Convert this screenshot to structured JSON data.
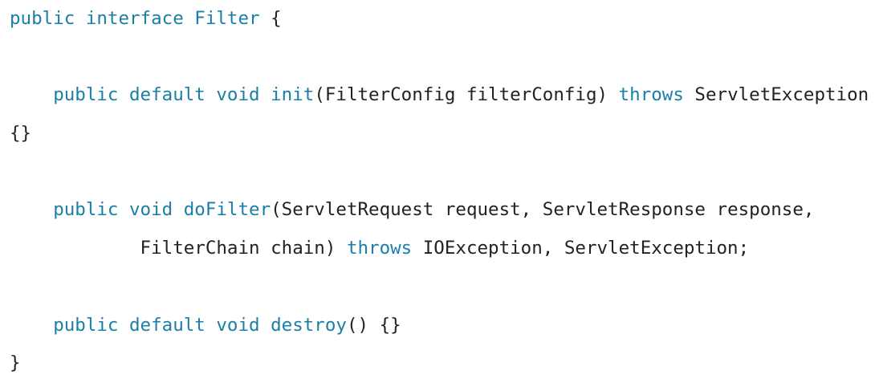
{
  "code": {
    "lines": [
      [
        {
          "t": "public",
          "k": "kw"
        },
        {
          "t": " ",
          "k": "plain"
        },
        {
          "t": "interface",
          "k": "kw"
        },
        {
          "t": " ",
          "k": "plain"
        },
        {
          "t": "Filter",
          "k": "kw"
        },
        {
          "t": " {",
          "k": "plain"
        }
      ],
      [],
      [
        {
          "t": "    ",
          "k": "plain"
        },
        {
          "t": "public",
          "k": "kw"
        },
        {
          "t": " ",
          "k": "plain"
        },
        {
          "t": "default",
          "k": "kw"
        },
        {
          "t": " ",
          "k": "plain"
        },
        {
          "t": "void",
          "k": "kw"
        },
        {
          "t": " ",
          "k": "plain"
        },
        {
          "t": "init",
          "k": "kw"
        },
        {
          "t": "(FilterConfig filterConfig) ",
          "k": "plain"
        },
        {
          "t": "throws",
          "k": "kw"
        },
        {
          "t": " ServletException",
          "k": "plain"
        }
      ],
      [
        {
          "t": "{}",
          "k": "plain"
        }
      ],
      [],
      [
        {
          "t": "    ",
          "k": "plain"
        },
        {
          "t": "public",
          "k": "kw"
        },
        {
          "t": " ",
          "k": "plain"
        },
        {
          "t": "void",
          "k": "kw"
        },
        {
          "t": " ",
          "k": "plain"
        },
        {
          "t": "doFilter",
          "k": "kw"
        },
        {
          "t": "(ServletRequest request, ServletResponse response,",
          "k": "plain"
        }
      ],
      [
        {
          "t": "            FilterChain chain) ",
          "k": "plain"
        },
        {
          "t": "throws",
          "k": "kw"
        },
        {
          "t": " IOException, ServletException;",
          "k": "plain"
        }
      ],
      [],
      [
        {
          "t": "    ",
          "k": "plain"
        },
        {
          "t": "public",
          "k": "kw"
        },
        {
          "t": " ",
          "k": "plain"
        },
        {
          "t": "default",
          "k": "kw"
        },
        {
          "t": " ",
          "k": "plain"
        },
        {
          "t": "void",
          "k": "kw"
        },
        {
          "t": " ",
          "k": "plain"
        },
        {
          "t": "destroy",
          "k": "kw"
        },
        {
          "t": "() {}",
          "k": "plain"
        }
      ],
      [
        {
          "t": "}",
          "k": "plain"
        }
      ]
    ]
  },
  "colors": {
    "keyword": "#1a7fa6",
    "text": "#222222",
    "background": "#ffffff"
  }
}
